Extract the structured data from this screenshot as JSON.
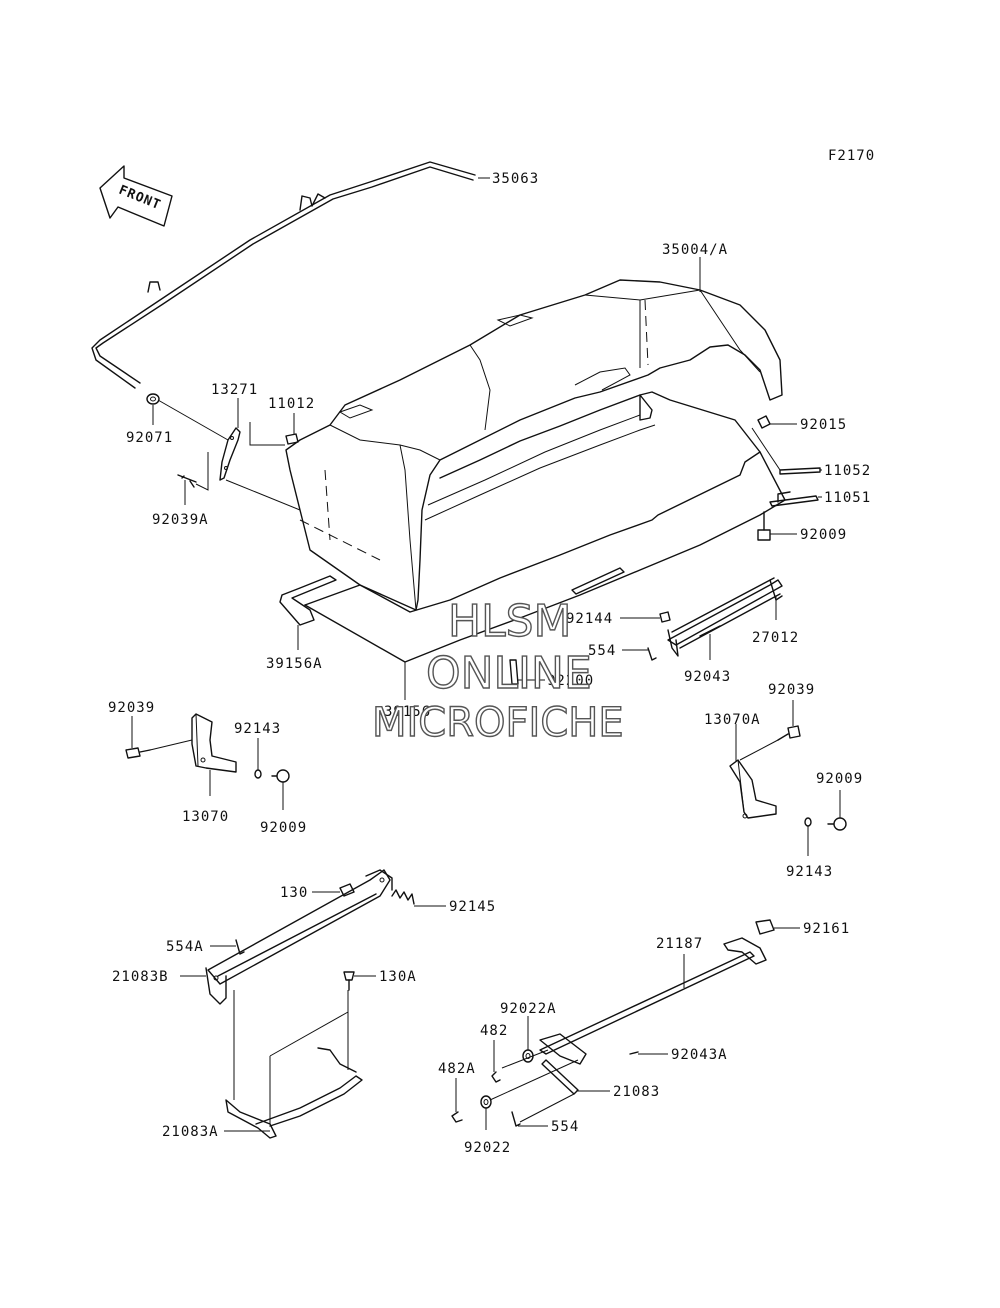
{
  "figure_code": "F2170",
  "front_arrow_label": "FRONT",
  "watermark": {
    "line1": "HLSM",
    "line2": "ONLINE",
    "line3": "MICROFICHE"
  },
  "callouts": {
    "p35063": "35063",
    "p35004A": "35004/A",
    "p13271": "13271",
    "p11012": "11012",
    "p92071": "92071",
    "p92039A": "92039A",
    "p92015": "92015",
    "p11052": "11052",
    "p11051": "11051",
    "p92009_top": "92009",
    "p39156A": "39156A",
    "p39156": "39156",
    "p92200": "92200",
    "p92144": "92144",
    "p27012": "27012",
    "p554_top": "554",
    "p92043": "92043",
    "p92039_left": "92039",
    "p92143_left": "92143",
    "p13070": "13070",
    "p92009_left": "92009",
    "p92039_right": "92039",
    "p13070A": "13070A",
    "p92009_right": "92009",
    "p92143_right": "92143",
    "p130": "130",
    "p92145": "92145",
    "p554A": "554A",
    "p21083B": "21083B",
    "p130A": "130A",
    "p21083A": "21083A",
    "p21187": "21187",
    "p92161": "92161",
    "p92022A": "92022A",
    "p482": "482",
    "p482A": "482A",
    "p92043A": "92043A",
    "p21083": "21083",
    "p554_bottom": "554",
    "p92022": "92022"
  }
}
